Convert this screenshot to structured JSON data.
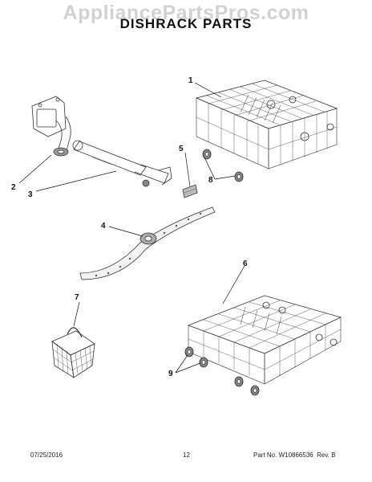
{
  "watermark": "AppliancePartsPros.com",
  "title": "DISHRACK PARTS",
  "callouts": [
    "1",
    "2",
    "3",
    "4",
    "5",
    "6",
    "7",
    "8",
    "9"
  ],
  "footer": {
    "date": "07/25/2016",
    "page": "12",
    "part_info": "Part No. W10866536  Rev. B"
  }
}
